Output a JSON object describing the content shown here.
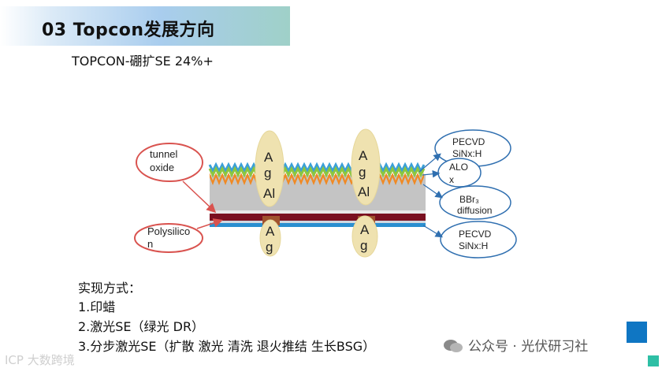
{
  "title": "03   Topcon发展方向",
  "subtitle": "TOPCON-硼扩SE 24%+",
  "diagram": {
    "ag_top_left": [
      "A",
      "g",
      "Al"
    ],
    "ag_top_right": [
      "A",
      "g",
      "Al"
    ],
    "ag_bottom": [
      "A",
      "g"
    ],
    "callouts_left": [
      {
        "lines": [
          "tunnel",
          "oxide"
        ]
      },
      {
        "lines": [
          "Polysilico",
          "n"
        ]
      }
    ],
    "callouts_right": [
      {
        "lines": [
          "PECVD",
          "SiNx:H"
        ]
      },
      {
        "lines": [
          "ALO",
          "x"
        ]
      },
      {
        "lines": [
          "BBr₃",
          "diffusion"
        ]
      },
      {
        "lines": [
          "PECVD",
          "SiNx:H"
        ]
      }
    ],
    "colors": {
      "silicon": "#c4c4c4",
      "zigzag_blue": "#3aa0d8",
      "zigzag_green": "#8cc63f",
      "zigzag_orange": "#f08a24",
      "poly_red": "#7a1020",
      "bottom_blue": "#2a8fd0",
      "ag_fill": "#efe2b0",
      "ellipse_red": "#d9534f",
      "ellipse_blue": "#2f6fb0"
    }
  },
  "methods": {
    "heading": "实现方式：",
    "items": [
      "1.印蜡",
      "2.激光SE（绿光 DR）",
      "3.分步激光SE（扩散 激光 清洗 退火推结 生长BSG）"
    ]
  },
  "watermarks": {
    "left": "ICP 大数跨境",
    "right": "公众号 · 光伏研习社"
  }
}
